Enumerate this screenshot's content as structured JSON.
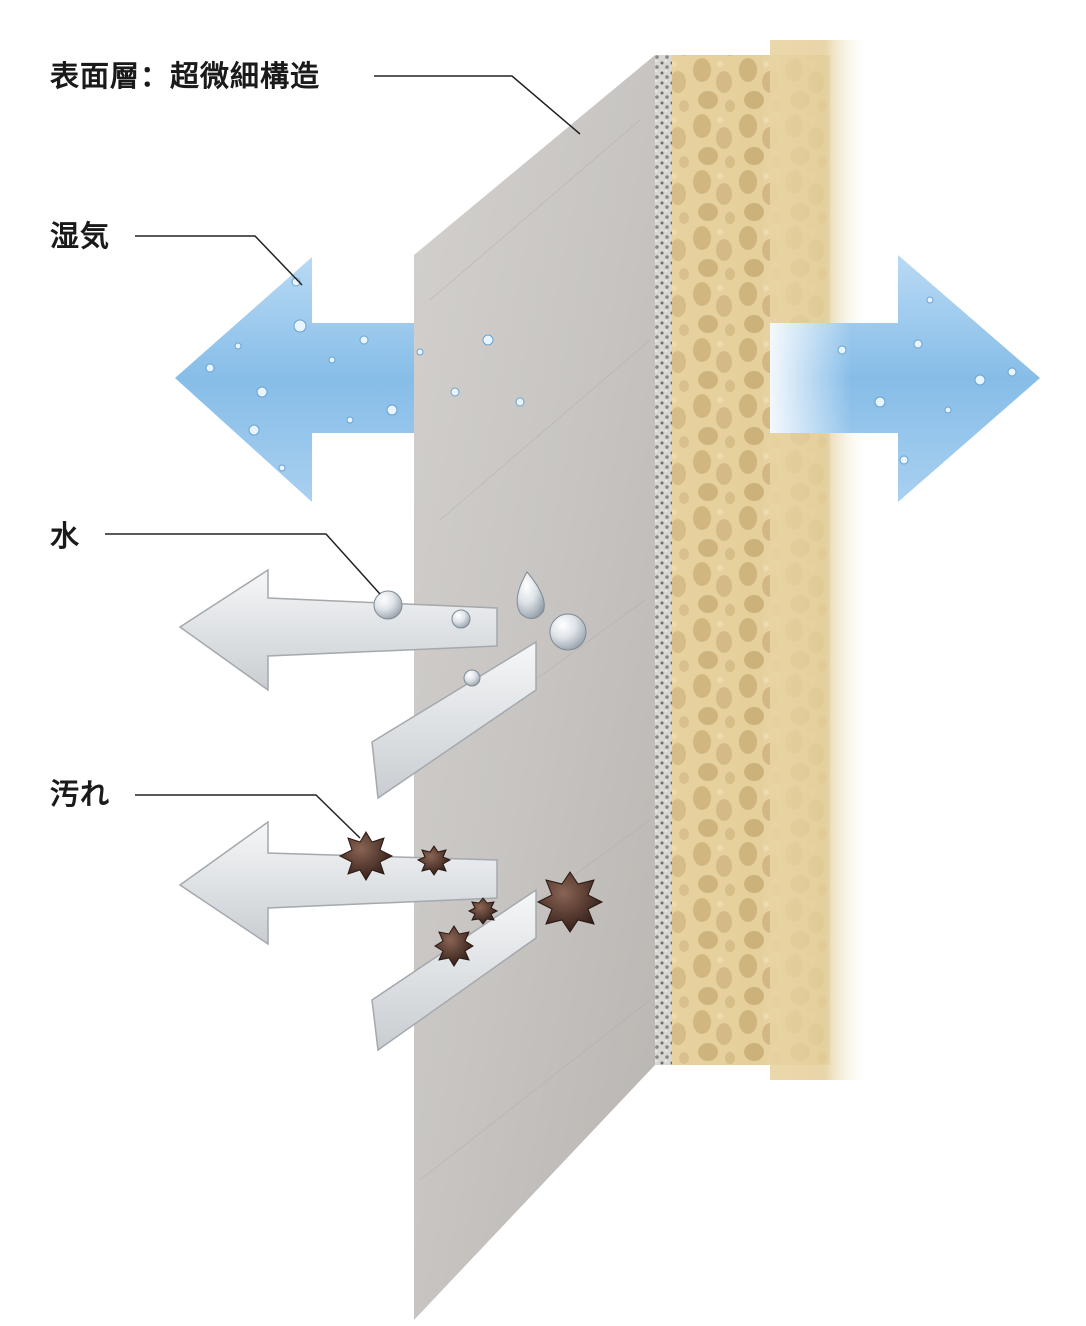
{
  "labels": {
    "surface_layer": "表面層：超微細構造",
    "moisture_vapor": "湿気",
    "water": "水",
    "dirt": "汚れ"
  },
  "colors": {
    "panel_surface": "#c9c6c3",
    "panel_side": "#b5b1ad",
    "foam_core": "#e2cc97",
    "vapor_arrow": "#9ec9ec",
    "deflect_arrow": "#e8eaec",
    "dirt_particle": "#4a2e24",
    "leader_line": "#222222"
  },
  "icons": [
    "vapor-arrow-icon",
    "water-drop-icon",
    "dirt-particle-icon",
    "deflect-arrow-icon"
  ]
}
